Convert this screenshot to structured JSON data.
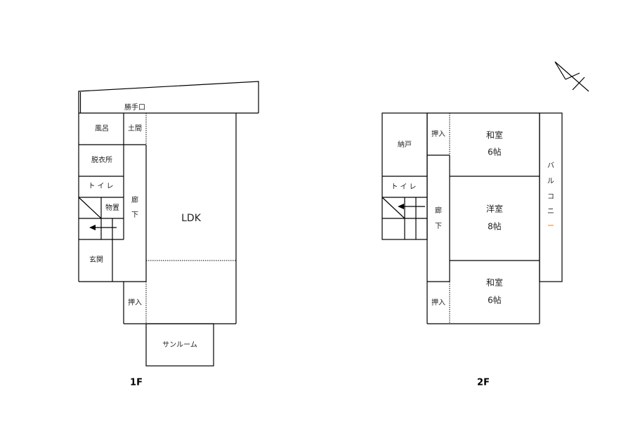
{
  "floor1": {
    "label": "1F",
    "rooms": {
      "back_door": "勝手口",
      "bath": "風呂",
      "doma": "土間",
      "dressing": "脱衣所",
      "toilet": "トイレ",
      "storage": "物置",
      "hall_1": "廊",
      "hall_2": "下",
      "ldk": "LDK",
      "entrance": "玄関",
      "closet": "押入",
      "sunroom": "サンルーム"
    }
  },
  "floor2": {
    "label": "2F",
    "rooms": {
      "storeroom": "納戸",
      "toilet": "トイレ",
      "closet_top": "押入",
      "closet_bottom": "押入",
      "hall_1": "廊",
      "hall_2": "下",
      "washitsu_top": "和室",
      "washitsu_top_size": "6帖",
      "yoshitsu": "洋室",
      "yoshitsu_size": "8帖",
      "washitsu_bottom": "和室",
      "washitsu_bottom_size": "6帖",
      "balcony": [
        "バ",
        "ル",
        "コ",
        "ニ",
        "ー"
      ]
    }
  },
  "compass": "north-arrow-icon"
}
